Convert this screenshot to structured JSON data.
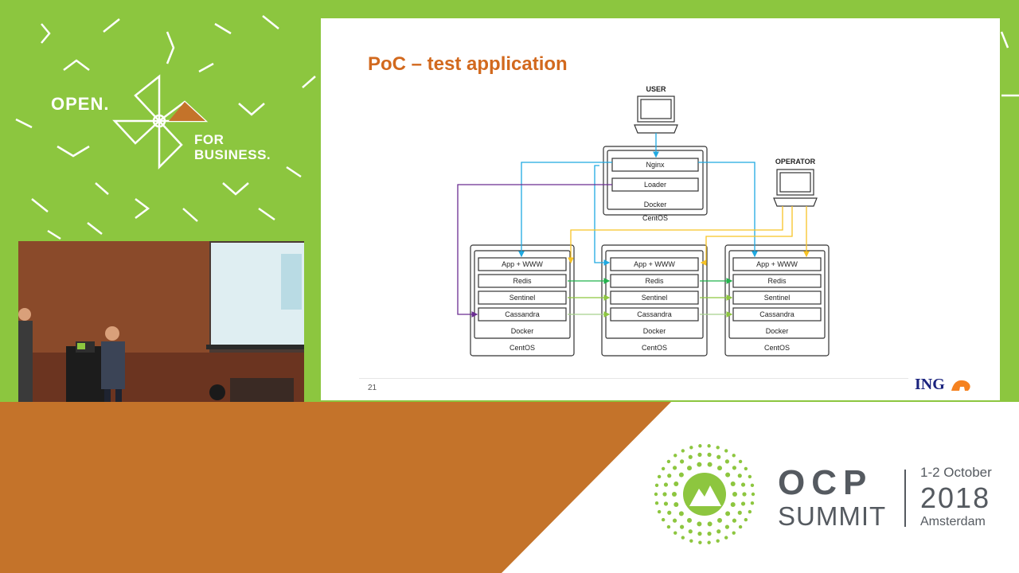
{
  "branding": {
    "open": "OPEN.",
    "for_business": "FOR\nBUSINESS."
  },
  "slide": {
    "title": "PoC – test application",
    "page_number": "21",
    "logo_text": "ING"
  },
  "diagram": {
    "user_label": "USER",
    "operator_label": "OPERATOR",
    "top_node": {
      "components": [
        "Nginx",
        "Loader"
      ],
      "docker": "Docker",
      "os": "CentOS"
    },
    "cluster_nodes": [
      {
        "components": [
          "App + WWW",
          "Redis",
          "Sentinel",
          "Cassandra"
        ],
        "docker": "Docker",
        "os": "CentOS"
      },
      {
        "components": [
          "App + WWW",
          "Redis",
          "Sentinel",
          "Cassandra"
        ],
        "docker": "Docker",
        "os": "CentOS"
      },
      {
        "components": [
          "App + WWW",
          "Redis",
          "Sentinel",
          "Cassandra"
        ],
        "docker": "Docker",
        "os": "CentOS"
      }
    ],
    "colors": {
      "user_flow": "#1fa9e1",
      "operator_flow": "#f7c325",
      "loader_flow": "#6a2c91",
      "redis_flow": "#22b24c",
      "sentinel_flow": "#8dc63f",
      "cassandra_flow": "#a8d08d"
    }
  },
  "event": {
    "name": "OCP",
    "subtitle": "SUMMIT",
    "date": "1-2 October",
    "year": "2018",
    "city": "Amsterdam"
  }
}
